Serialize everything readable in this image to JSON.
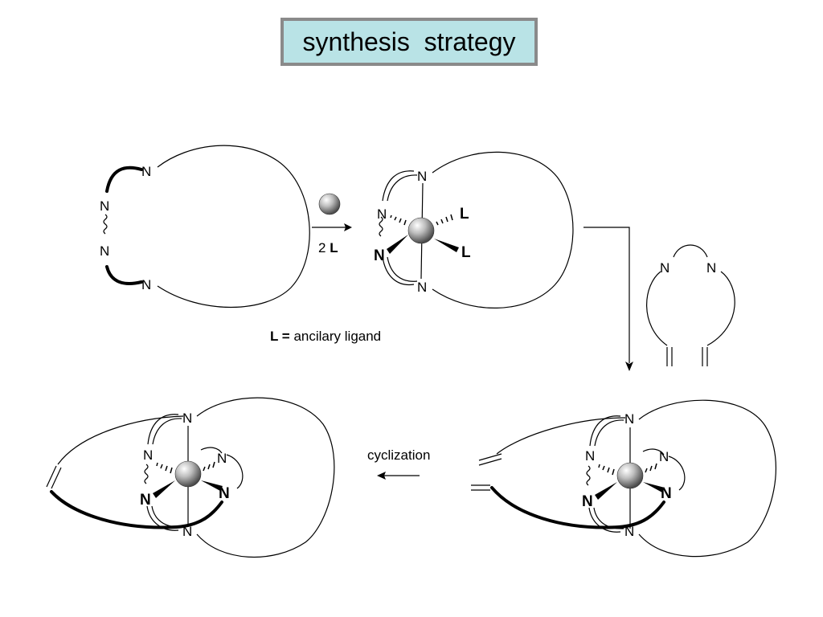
{
  "title": "synthesis  strategy",
  "atoms": {
    "N": "N",
    "L": "L"
  },
  "reagent": {
    "count": "2",
    "ligand": "L"
  },
  "legend": {
    "symbol": "L =",
    "text": " ancilary ligand"
  },
  "step2_label": "cyclization",
  "colors": {
    "title_bg": "#b9e3e6",
    "title_border": "#8a8a8a",
    "sphere": "#9a9a9a"
  }
}
